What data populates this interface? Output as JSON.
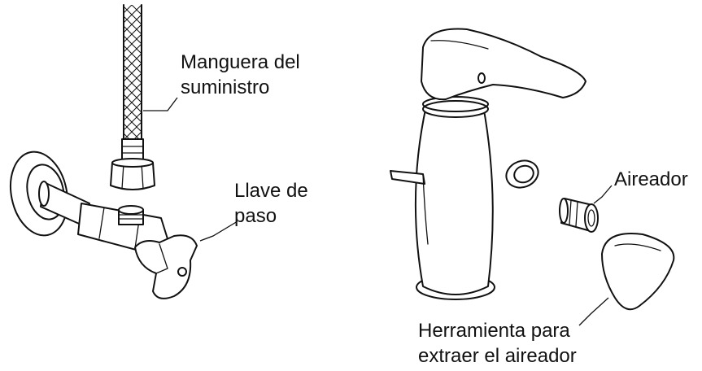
{
  "labels": {
    "supply_hose_line1": "Manguera del",
    "supply_hose_line2": "suministro",
    "shutoff_valve_line1": "Llave de",
    "shutoff_valve_line2": "paso",
    "aerator": "Aireador",
    "tool_line1": "Herramienta para",
    "tool_line2": "extraer el aireador"
  },
  "colors": {
    "line": "#111111",
    "background": "#ffffff"
  }
}
